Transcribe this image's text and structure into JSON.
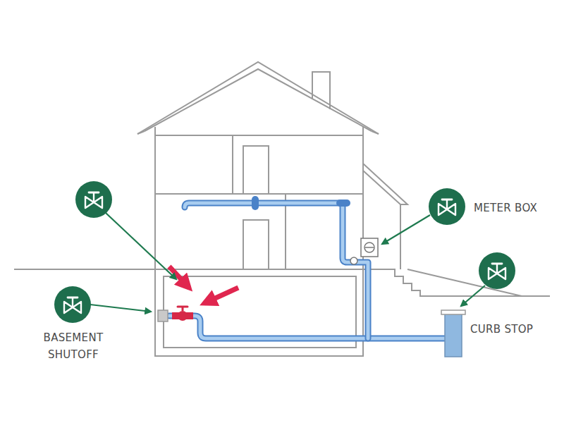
{
  "diagram": {
    "labels": [
      "METER BOX",
      "CURB STOP",
      "BASEMENT SHUTOFF"
    ]
  }
}
